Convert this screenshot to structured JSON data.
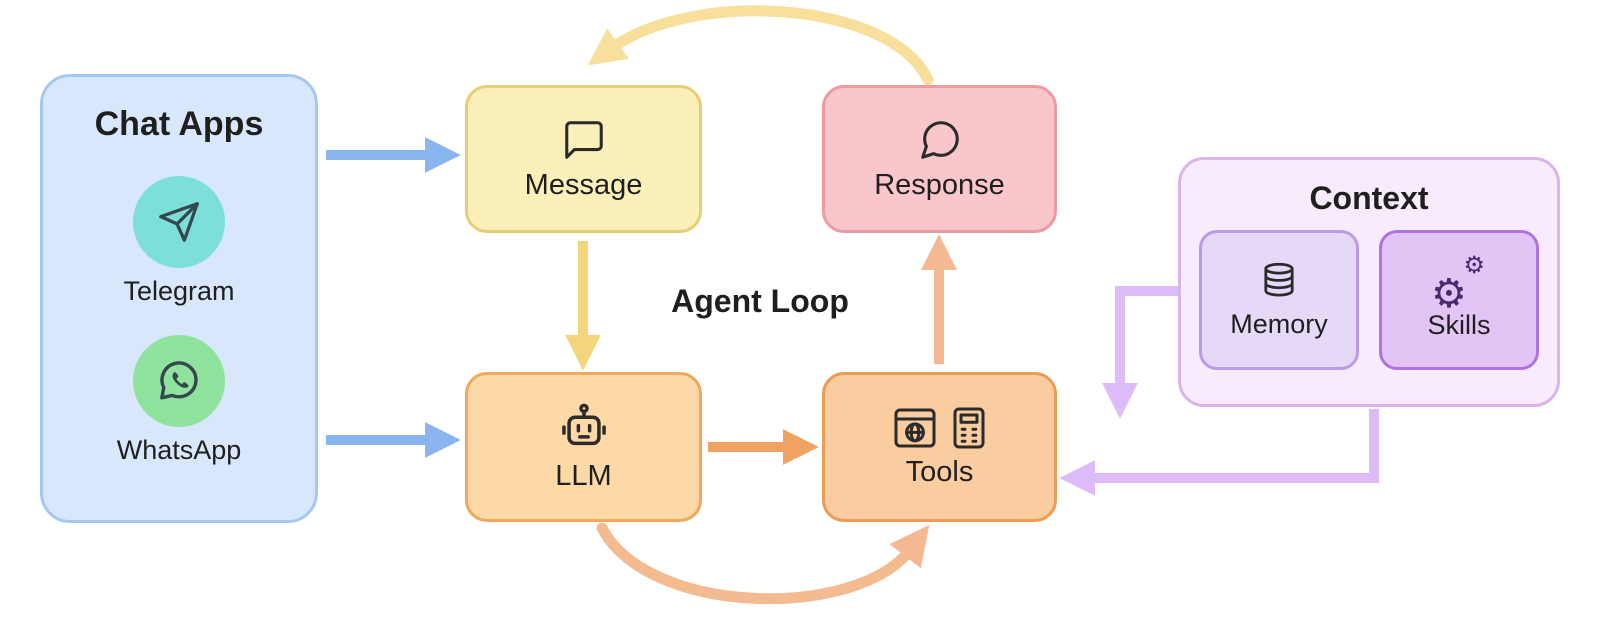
{
  "title": "Agent Loop",
  "chat_apps": {
    "title": "Chat Apps",
    "items": [
      {
        "name": "Telegram",
        "icon": "telegram-paper-plane-icon",
        "circle_color": "#7ce0d8"
      },
      {
        "name": "WhatsApp",
        "icon": "whatsapp-phone-icon",
        "circle_color": "#8fe39c"
      }
    ]
  },
  "nodes": {
    "message": {
      "label": "Message",
      "icon": "speech-bubble-square-icon",
      "fill": "#fbefba",
      "border": "#e7cd74"
    },
    "response": {
      "label": "Response",
      "icon": "speech-bubble-round-icon",
      "fill": "#f9c6cc",
      "border": "#ee9aa2"
    },
    "llm": {
      "label": "LLM",
      "icon": "robot-icon",
      "fill": "#fcd9a6",
      "border": "#f0a95a"
    },
    "tools": {
      "label": "Tools",
      "icon": "browser-and-calculator-icons",
      "fill": "#f9cda0",
      "border": "#eb9c52"
    }
  },
  "context": {
    "title": "Context",
    "items": [
      {
        "name": "Memory",
        "icon": "database-icon",
        "fill": "#e6d9f8"
      },
      {
        "name": "Skills",
        "icon": "gears-icon",
        "fill": "#e2c4f5"
      }
    ]
  },
  "arrows": [
    {
      "name": "chat-apps-to-message",
      "color": "#8ab5f1"
    },
    {
      "name": "chat-apps-to-llm",
      "color": "#8ab5f1"
    },
    {
      "name": "message-to-llm",
      "color": "#f3d67c"
    },
    {
      "name": "response-to-message-loop",
      "color": "#f8e09c"
    },
    {
      "name": "llm-to-tools",
      "color": "#f0a263"
    },
    {
      "name": "tools-to-response",
      "color": "#f4b893"
    },
    {
      "name": "llm-to-tools-loop",
      "color": "#f5bb90"
    },
    {
      "name": "context-to-tools-top",
      "color": "#ddbaf8"
    },
    {
      "name": "context-to-tools-side",
      "color": "#ddbaf8"
    }
  ],
  "colors": {
    "background": "#ffffff",
    "chat_apps_fill": "#d8e7fb",
    "chat_apps_border": "#a7c7f2",
    "context_fill": "#f7ebfc",
    "context_border": "#dcb4ec",
    "text": "#1f1f1f"
  }
}
